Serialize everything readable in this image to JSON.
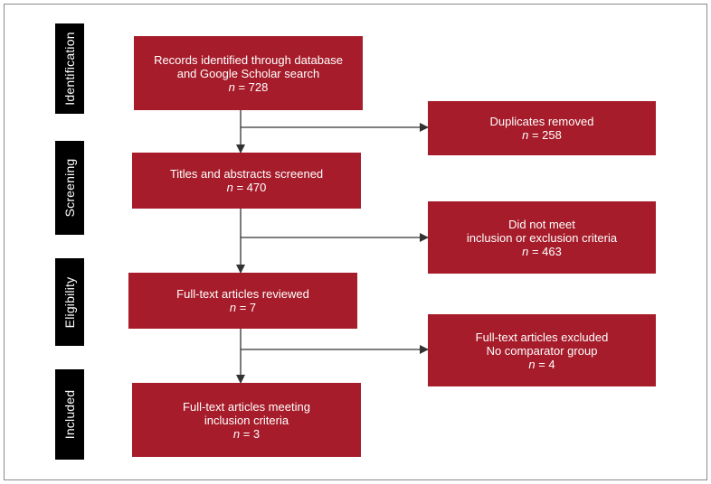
{
  "stages": [
    {
      "id": "identification",
      "label": "Identification"
    },
    {
      "id": "screening",
      "label": "Screening"
    },
    {
      "id": "eligibility",
      "label": "Eligibility"
    },
    {
      "id": "included",
      "label": "Included"
    }
  ],
  "boxes": {
    "records_identified": {
      "line1": "Records identified through database",
      "line2": "and Google Scholar search",
      "n": "728"
    },
    "duplicates_removed": {
      "line1": "Duplicates removed",
      "n": "258"
    },
    "titles_screened": {
      "line1": "Titles and abstracts screened",
      "n": "470"
    },
    "did_not_meet": {
      "line1": "Did not meet",
      "line2": "inclusion or exclusion criteria",
      "n": "463"
    },
    "fulltext_reviewed": {
      "line1": "Full-text articles reviewed",
      "n": "7"
    },
    "fulltext_excluded": {
      "line1": "Full-text articles excluded",
      "line2": "No comparator group",
      "n": "4"
    },
    "fulltext_meeting": {
      "line1": "Full-text articles meeting",
      "line2": "inclusion criteria",
      "n": "3"
    }
  },
  "n_prefix": "n",
  "n_equals": " = ",
  "colors": {
    "box": "#a61c2a",
    "stage": "#000000",
    "line": "#333333"
  }
}
